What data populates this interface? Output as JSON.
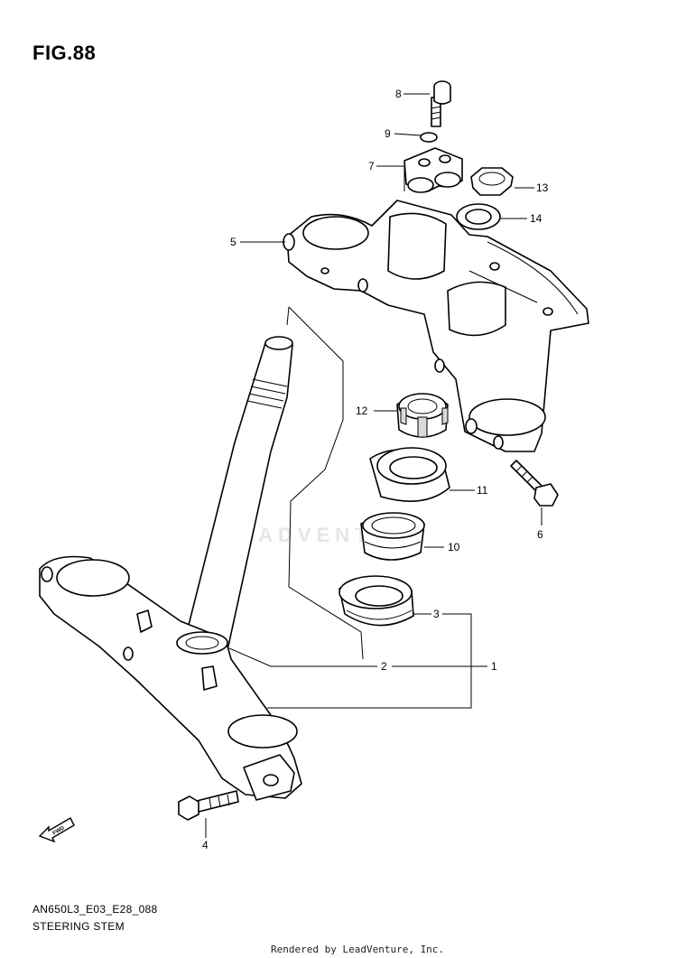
{
  "figure": {
    "title": "FIG.88",
    "code": "AN650L3_E03_E28_088",
    "name": "STEERING STEM",
    "rendered_by": "Rendered by LeadVenture, Inc.",
    "watermark": "LEADVENTURE"
  },
  "callouts": [
    {
      "number": "1"
    },
    {
      "number": "2"
    },
    {
      "number": "3"
    },
    {
      "number": "4"
    },
    {
      "number": "5"
    },
    {
      "number": "6"
    },
    {
      "number": "7"
    },
    {
      "number": "8"
    },
    {
      "number": "9"
    },
    {
      "number": "10"
    },
    {
      "number": "11"
    },
    {
      "number": "12"
    },
    {
      "number": "13"
    },
    {
      "number": "14"
    }
  ],
  "fwd_label": "FWD"
}
